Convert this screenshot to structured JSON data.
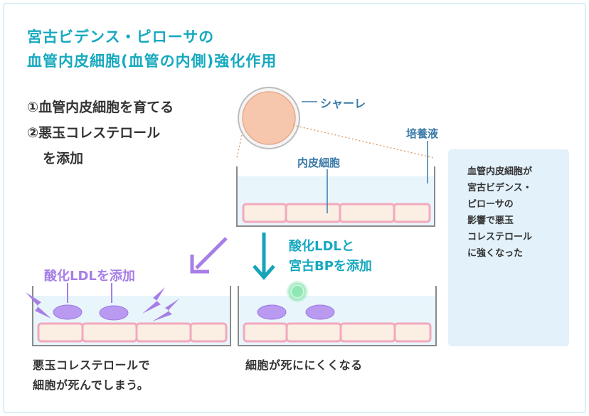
{
  "title": {
    "line1": "宮古ビデンス・ピローサの",
    "line2": "血管内皮細胞(血管の内側)強化作用"
  },
  "steps": {
    "step1": "①血管内皮細胞を育てる",
    "step2_line1": "②悪玉コレステロール",
    "step2_line2": "を添加"
  },
  "labels": {
    "dish": "シャーレ",
    "medium": "培養液",
    "endothelial": "内皮細胞",
    "add_ldl": "酸化LDLを添加",
    "add_ldl_bp_line1": "酸化LDLと",
    "add_ldl_bp_line2": "宮古BPを添加"
  },
  "captions": {
    "left_line1": "悪玉コレステロールで",
    "left_line2": "細胞が死んでしまう。",
    "right": "細胞が死ににくくなる"
  },
  "note": {
    "lines": [
      "血管内皮細胞が",
      "宮古ビデンス・",
      "ピローサの",
      "影響で悪玉",
      "コレステロール",
      "に強くなった"
    ]
  },
  "colors": {
    "title": "#16a9bf",
    "purple": "#a77ee6",
    "teal_arrow": "#17a3b8",
    "cell_fill": "#fbeee3",
    "cell_border": "#f2a9bd",
    "medium_fill": "#e8f6fb",
    "note_bg": "#e3f1fb",
    "bp_green": "#7fe0a8"
  },
  "icons": {
    "dish": "petri-dish-icon",
    "bp_particle": "green-glowing-ball-icon",
    "ldl": "purple-oval-icon",
    "damage": "lightning-bolt-icon",
    "happy_ball": "smiling-green-ball-icon",
    "handshake": "handshake-icon",
    "happy_cell": "smiling-cell-icon"
  }
}
